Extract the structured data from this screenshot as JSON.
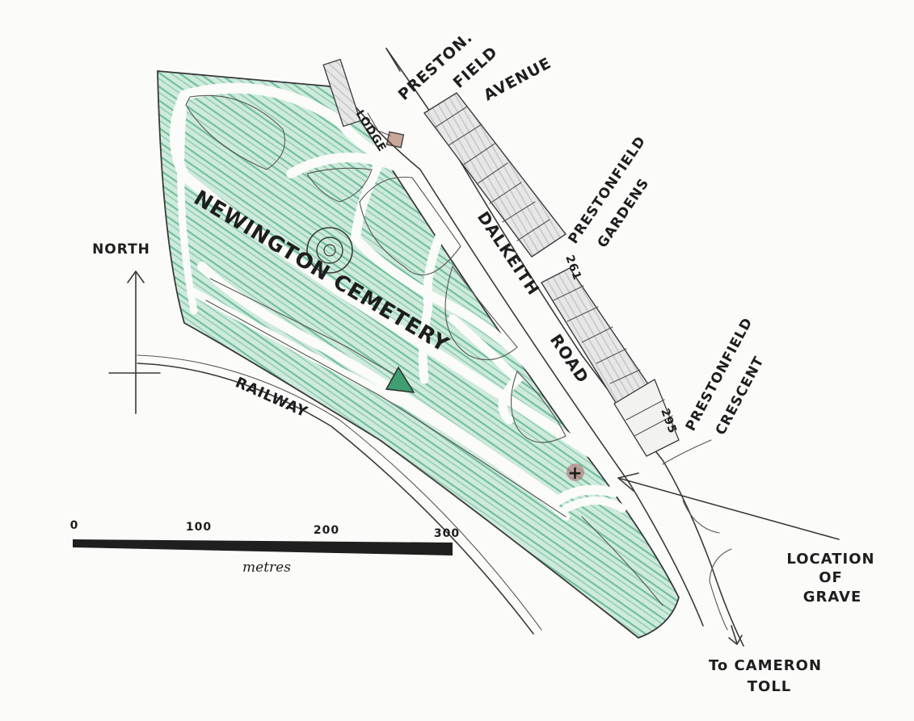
{
  "map": {
    "cemetery_name": "NEWINGTON CEMETERY",
    "lodge_label": "LODGE",
    "streets": {
      "preston_field_line1": "PRESTON.",
      "preston_field_line2": "FIELD",
      "preston_field_line3": "AVENUE",
      "dalkeith": "DALKEITH",
      "road": "ROAD",
      "prestonfield_gardens_line1": "PRESTONFIELD",
      "prestonfield_gardens_line2": "GARDENS",
      "prestonfield_crescent_line1": "PRESTONFIELD",
      "prestonfield_crescent_line2": "CRESCENT",
      "railway": "RAILWAY"
    },
    "house_numbers": {
      "n261": "261",
      "n295": "295"
    },
    "compass": {
      "label": "NORTH"
    },
    "scale": {
      "ticks": [
        "0",
        "100",
        "200",
        "300"
      ],
      "unit": "metres"
    },
    "annotations": {
      "grave_line1": "LOCATION",
      "grave_line2": "OF",
      "grave_line3": "GRAVE",
      "cameron_line1": "To CAMERON",
      "cameron_line2": "TOLL"
    },
    "grave_marker": "+",
    "colors": {
      "cemetery_fill": "#7fc8a6",
      "hatch_fill": "#d7d9d9",
      "grave_marker": "#b0616c",
      "ink": "#3a3a3a"
    }
  }
}
